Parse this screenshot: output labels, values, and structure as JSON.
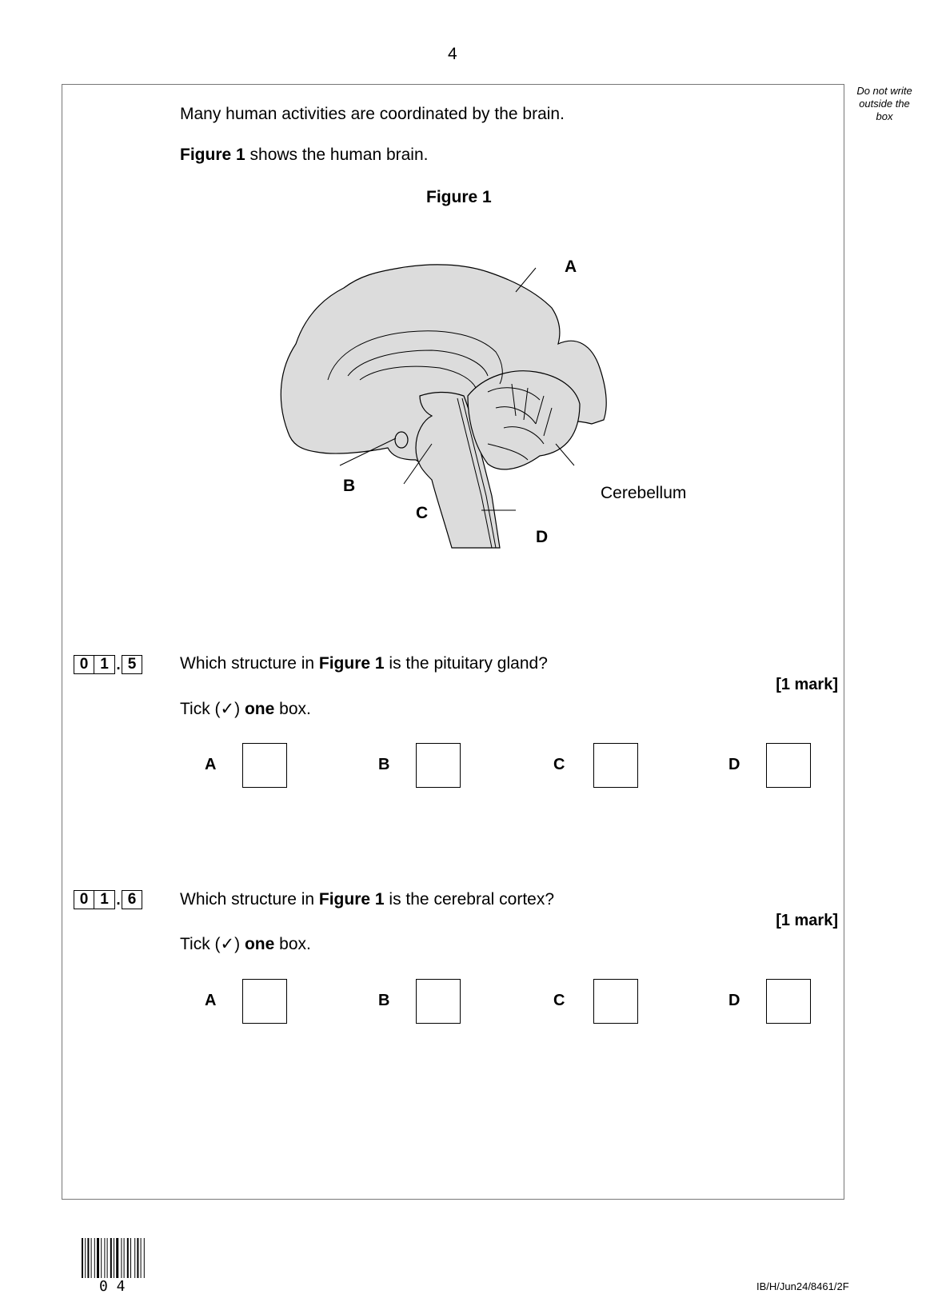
{
  "page_number": "4",
  "margin_note": "Do not write outside the box",
  "intro": {
    "line1": "Many human activities are coordinated by the brain.",
    "line2_bold": "Figure 1",
    "line2_rest": " shows the human brain."
  },
  "figure": {
    "title": "Figure 1",
    "labels": {
      "A": "A",
      "B": "B",
      "C": "C",
      "D": "D",
      "cerebellum": "Cerebellum"
    }
  },
  "questions": [
    {
      "number": [
        "0",
        "1",
        "5"
      ],
      "text_pre": "Which structure in ",
      "text_bold": "Figure 1",
      "text_post": " is the pituitary gland?",
      "marks": "[1 mark]",
      "tick_pre": "Tick (✓) ",
      "tick_bold": "one",
      "tick_post": " box.",
      "options": [
        "A",
        "B",
        "C",
        "D"
      ]
    },
    {
      "number": [
        "0",
        "1",
        "6"
      ],
      "text_pre": "Which structure in ",
      "text_bold": "Figure 1",
      "text_post": " is the cerebral cortex?",
      "marks": "[1 mark]",
      "tick_pre": "Tick (✓) ",
      "tick_bold": "one",
      "tick_post": " box.",
      "options": [
        "A",
        "B",
        "C",
        "D"
      ]
    }
  ],
  "footer": {
    "barcode_number": "0 4",
    "paper_code": "IB/H/Jun24/8461/2F"
  }
}
